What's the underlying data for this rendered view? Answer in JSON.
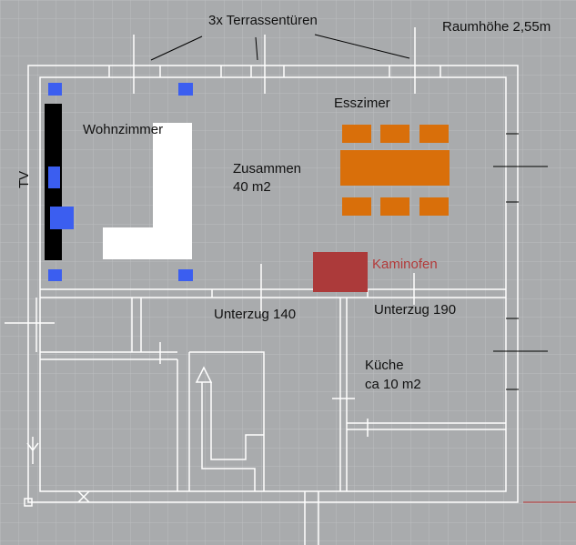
{
  "labels": {
    "doors": "3x Terrassentüren",
    "height": "Raumhöhe 2,55m",
    "dining": "Esszimer",
    "living": "Wohnzimmer",
    "tv": "TV",
    "together_line1": "Zusammen",
    "together_line2": "40 m2",
    "stove": "Kaminofen",
    "beam1": "Unterzug 140",
    "beam2": "Unterzug 190",
    "kitchen_line1": "Küche",
    "kitchen_line2": "ca 10 m2"
  },
  "colors": {
    "background": "#a9abad",
    "grid": "#b9bbbd",
    "wall": "#ffffff",
    "tv": "#000000",
    "speaker": "#3b5ef0",
    "dining_furniture": "#d96f0a",
    "stove": "#ac3a3a",
    "sofa": "#ffffff"
  }
}
